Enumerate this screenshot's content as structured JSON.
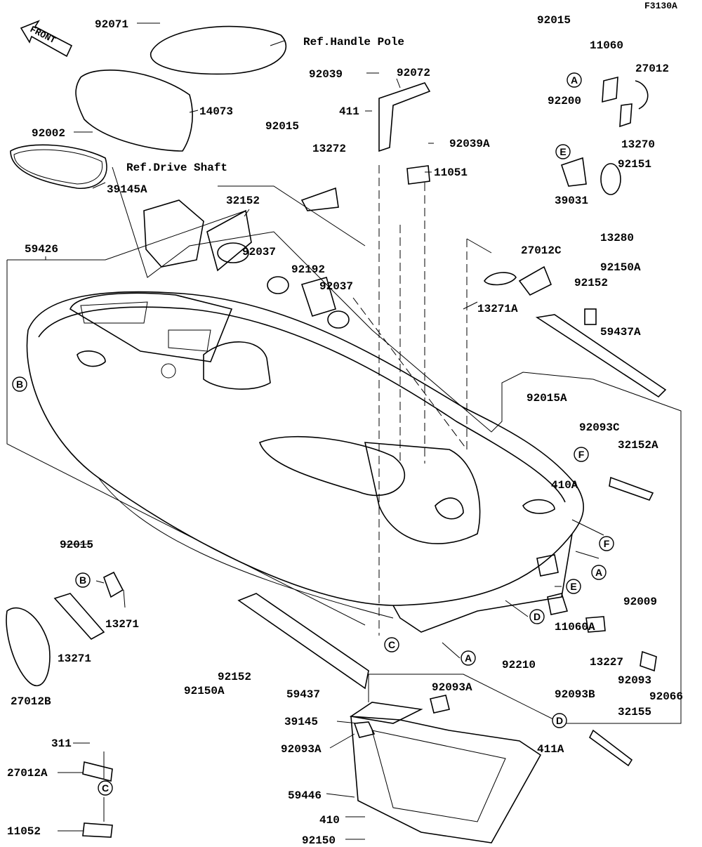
{
  "diagram_code": "F3130A",
  "front_label": "FRONT",
  "refs": {
    "handle_pole": "Ref.Handle Pole",
    "drive_shaft": "Ref.Drive Shaft"
  },
  "parts": [
    "92071",
    "14073",
    "92002",
    "39145A",
    "32152",
    "59426",
    "92037",
    "92192",
    "92037",
    "92039",
    "92072",
    "411",
    "92015",
    "13272",
    "92039A",
    "11051",
    "92015",
    "11060",
    "27012",
    "92200",
    "13270",
    "92151",
    "39031",
    "13280",
    "27012C",
    "92150A",
    "92152",
    "13271A",
    "59437A",
    "92015A",
    "92093C",
    "32152A",
    "410A",
    "92015",
    "13271",
    "13271",
    "27012B",
    "92009",
    "11060A",
    "13227",
    "92093",
    "92066",
    "92210",
    "92093B",
    "32155",
    "411A",
    "92093A",
    "92150A",
    "92152",
    "59437",
    "39145",
    "92093A",
    "59446",
    "410",
    "92150",
    "311",
    "27012A",
    "11052"
  ],
  "callouts": [
    "A",
    "E",
    "B",
    "F",
    "F",
    "A",
    "E",
    "D",
    "C",
    "A",
    "D",
    "B",
    "C"
  ]
}
